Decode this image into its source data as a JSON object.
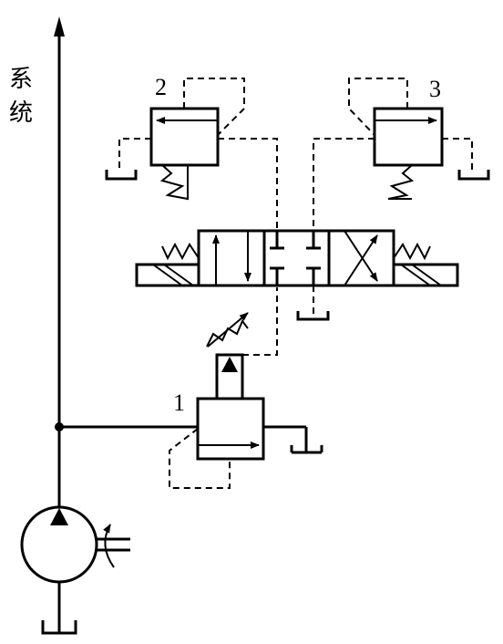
{
  "system_label": "系统",
  "components": {
    "valve_1": {
      "number": "1"
    },
    "valve_2": {
      "number": "2"
    },
    "valve_3": {
      "number": "3"
    }
  },
  "icons": {
    "pump": "variable-pump-icon",
    "directional_valve": "four-way-directional-valve-icon",
    "pressure_valve": "relief-valve-icon",
    "tank": "tank-icon"
  }
}
